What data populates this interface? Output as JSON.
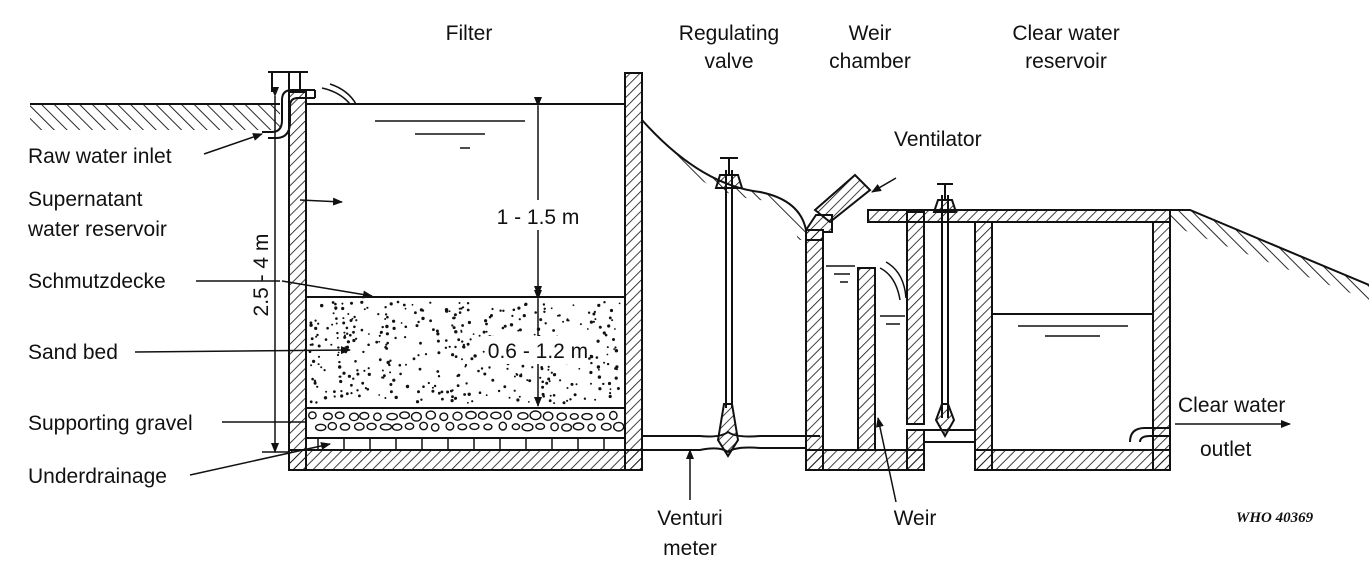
{
  "headers": {
    "filter": "Filter",
    "regulating_valve": [
      "Regulating",
      "valve"
    ],
    "weir_chamber": [
      "Weir",
      "chamber"
    ],
    "clear_water_reservoir": [
      "Clear water",
      "reservoir"
    ]
  },
  "left_labels": {
    "raw_water_inlet": "Raw water inlet",
    "supernatant": [
      "Supernatant",
      "water reservoir"
    ],
    "schmutzdecke": "Schmutzdecke",
    "sand_bed": "Sand bed",
    "supporting_gravel": "Supporting gravel",
    "underdrainage": "Underdrainage"
  },
  "dimensions": {
    "total_depth": "2.5 - 4 m",
    "water_depth": "1 - 1.5 m",
    "sand_depth": "0.6 - 1.2 m"
  },
  "other_labels": {
    "ventilator": "Ventilator",
    "venturi_meter": [
      "Venturi",
      "meter"
    ],
    "weir": "Weir",
    "clear_water_outlet": [
      "Clear water",
      "outlet"
    ]
  },
  "figure_code": "WHO 40369"
}
